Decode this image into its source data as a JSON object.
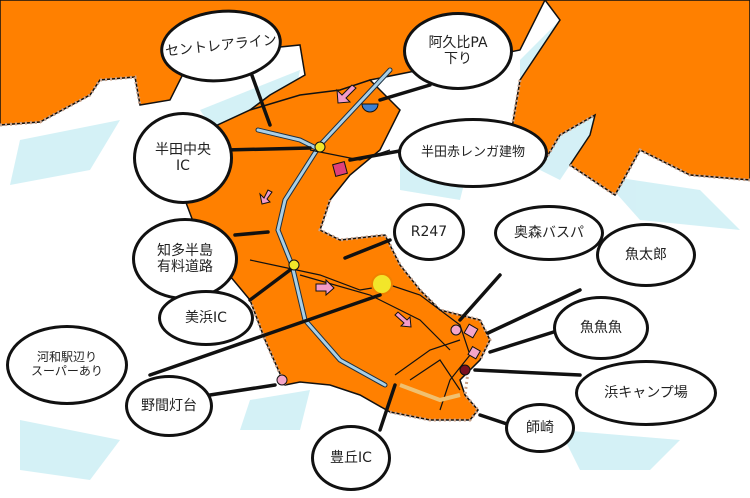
{
  "map": {
    "colors": {
      "land": "#ff8000",
      "sea": "#ffffff",
      "sea_tint": "#cdeef5",
      "coast": "#c9a28a",
      "road": "#a9cfe6",
      "arrow_pink": "#f39bc8",
      "marker_yellow": "#f2e62a",
      "marker_blue": "#3d7fd0",
      "marker_magenta": "#e0407a",
      "marker_pink": "#f4a6c9",
      "marker_darkred": "#7a1020"
    },
    "labels": [
      {
        "id": "centrair-line",
        "text": "セントレアライン"
      },
      {
        "id": "agui-pa",
        "text": "阿久比PA\n下り"
      },
      {
        "id": "handa-chuo-ic",
        "text": "半田中央\nIC"
      },
      {
        "id": "handa-brick",
        "text": "半田赤レンガ建物"
      },
      {
        "id": "chita-toll-road",
        "text": "知多半島\n有料道路"
      },
      {
        "id": "r247",
        "text": "R247"
      },
      {
        "id": "minamihama-ic",
        "text": "美浜IC"
      },
      {
        "id": "kowa-station",
        "text": "河和駅辺り\nスーパーあり"
      },
      {
        "id": "noma-lighthouse",
        "text": "野間灯台"
      },
      {
        "id": "toyooka-ic",
        "text": "豊丘IC"
      },
      {
        "id": "okusa-bus",
        "text": "奥森バスパ"
      },
      {
        "id": "uotaro",
        "text": "魚太郎"
      },
      {
        "id": "gyogyogyo",
        "text": "魚魚魚"
      },
      {
        "id": "hama-camp",
        "text": "浜キャンプ場"
      },
      {
        "id": "morozaki",
        "text": "師崎"
      }
    ]
  }
}
